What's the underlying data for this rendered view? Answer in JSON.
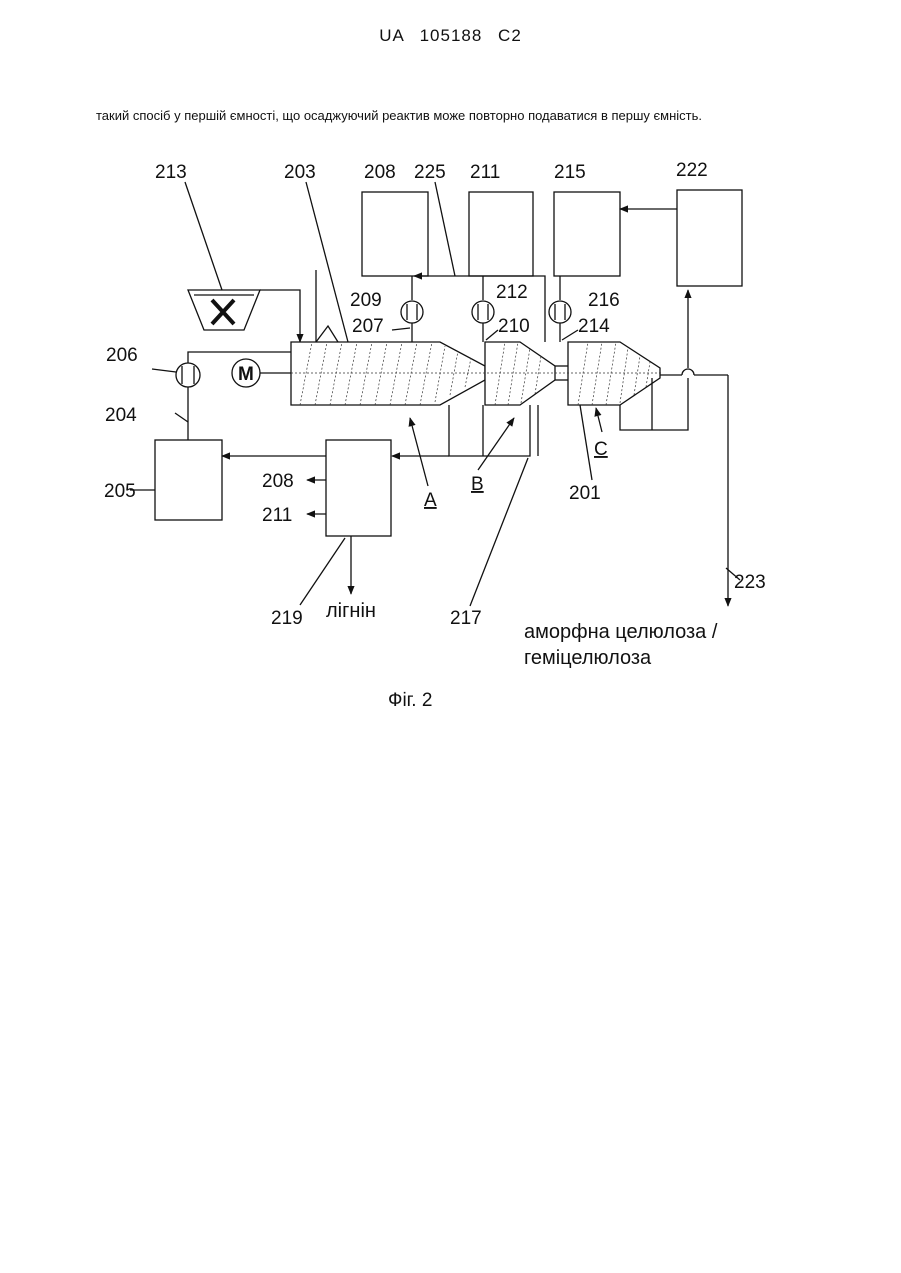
{
  "header": "UA  105188  C2",
  "paragraph": "такий спосіб у першій ємності, що осаджуючий реактив може повторно подаватися в першу ємність.",
  "figure": {
    "labels": {
      "l213": "213",
      "l203": "203",
      "l208": "208",
      "l225": "225",
      "l211": "211",
      "l215": "215",
      "l222": "222",
      "l209": "209",
      "l212": "212",
      "l216": "216",
      "l207": "207",
      "l210": "210",
      "l214": "214",
      "l206": "206",
      "l204": "204",
      "l205": "205",
      "l208b": "208",
      "l211b": "211",
      "lA": "A",
      "lB": "B",
      "lC": "C",
      "l201": "201",
      "l219": "219",
      "l217": "217",
      "l223": "223",
      "motor": "M",
      "lignin": "лігнін",
      "product1": "аморфна целюлоза /",
      "product2": "геміцелюлоза"
    },
    "caption": "Фіг. 2"
  }
}
